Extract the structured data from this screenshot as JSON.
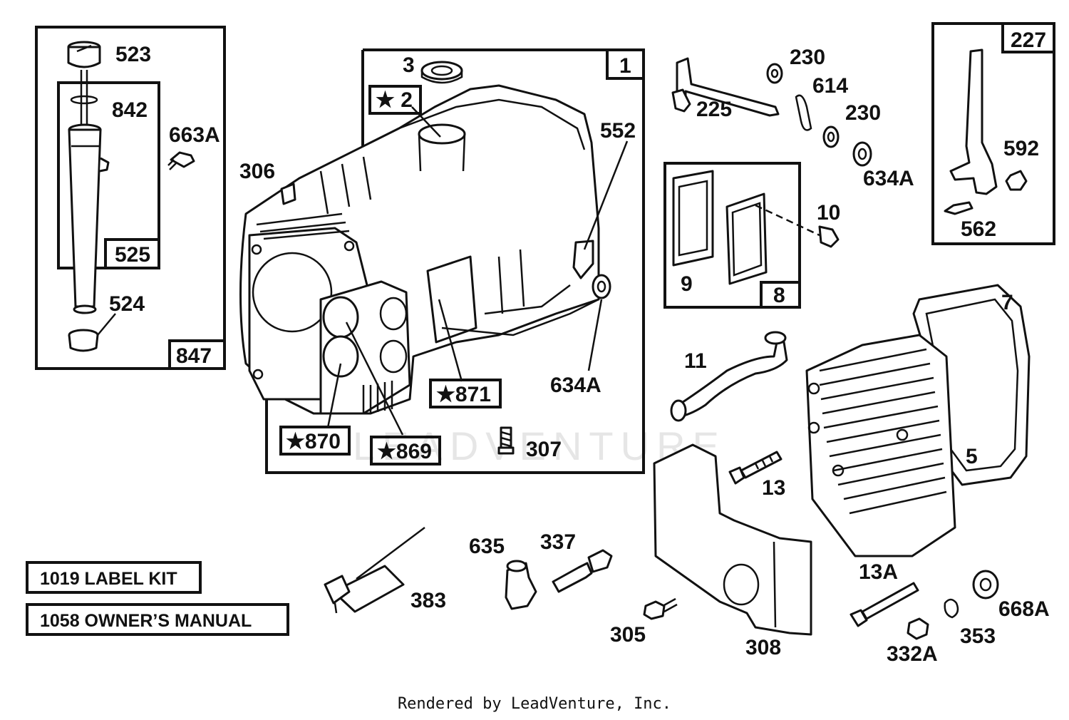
{
  "watermark": "LEADVENTURE",
  "footer": "Rendered by LeadVenture, Inc.",
  "callouts": {
    "c523": "523",
    "c842": "842",
    "c663A": "663A",
    "c525": "525",
    "c524": "524",
    "c847": "847",
    "c3": "3",
    "c1": "1",
    "c2": "★ 2",
    "c306": "306",
    "c552": "552",
    "c634A_a": "634A",
    "c871": "★871",
    "c870": "★870",
    "c869": "★869",
    "c307": "307",
    "c225": "225",
    "c230_a": "230",
    "c614": "614",
    "c230_b": "230",
    "c634A_b": "634A",
    "c9": "9",
    "c8": "8",
    "c10": "10",
    "c227": "227",
    "c592": "592",
    "c562": "562",
    "c7": "7",
    "c11": "11",
    "c5": "5",
    "c13": "13",
    "c383": "383",
    "c635": "635",
    "c337": "337",
    "c305": "305",
    "c308": "308",
    "c13A": "13A",
    "c332A": "332A",
    "c353": "353",
    "c668A": "668A"
  },
  "kits": {
    "label_kit": "1019 LABEL KIT",
    "owners_manual": "1058 OWNER’S MANUAL"
  }
}
